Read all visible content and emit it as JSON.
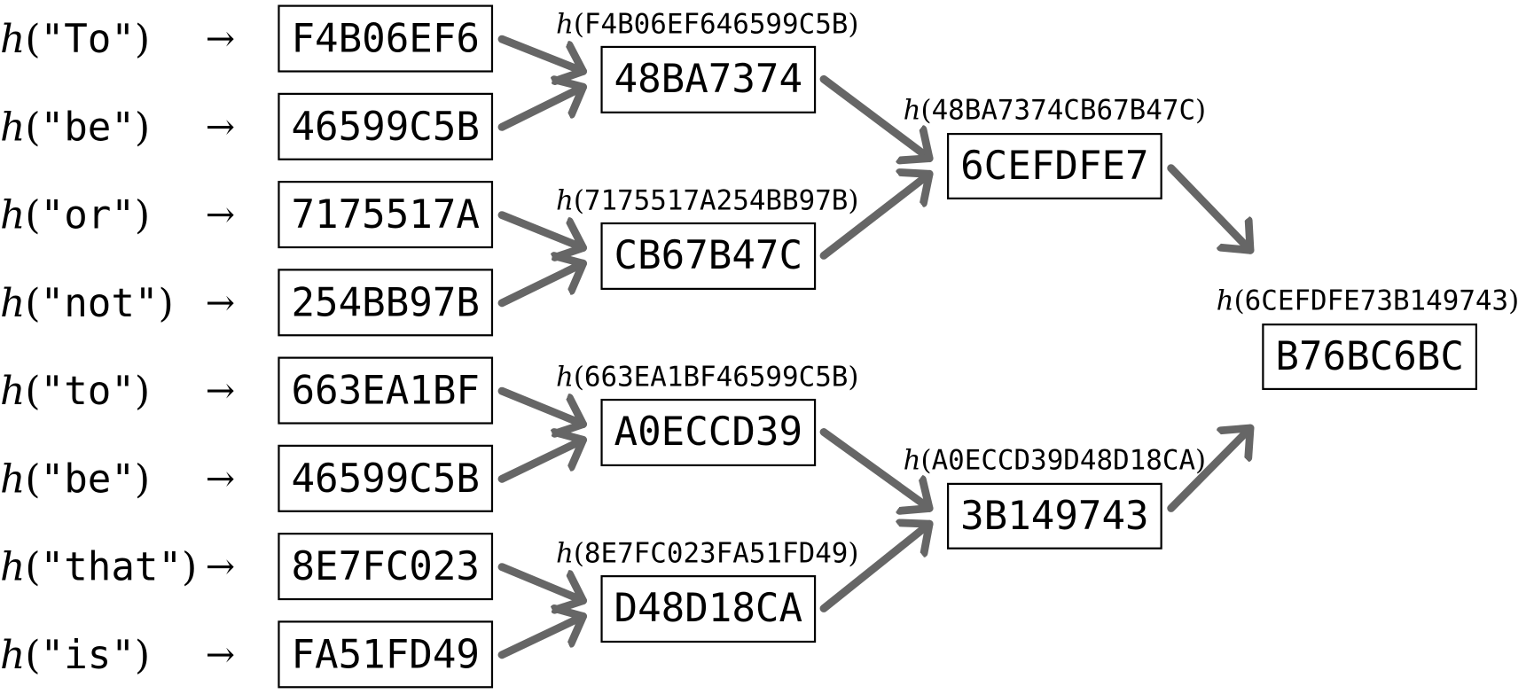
{
  "hash_fn": "h",
  "leaves": [
    {
      "word": "To",
      "hash": "F4B06EF6"
    },
    {
      "word": "be",
      "hash": "46599C5B"
    },
    {
      "word": "or",
      "hash": "7175517A"
    },
    {
      "word": "not",
      "hash": "254BB97B"
    },
    {
      "word": "to",
      "hash": "663EA1BF"
    },
    {
      "word": "be",
      "hash": "46599C5B"
    },
    {
      "word": "that",
      "hash": "8E7FC023"
    },
    {
      "word": "is",
      "hash": "FA51FD49"
    }
  ],
  "level1": [
    {
      "input": "F4B06EF646599C5B",
      "hash": "48BA7374"
    },
    {
      "input": "7175517A254BB97B",
      "hash": "CB67B47C"
    },
    {
      "input": "663EA1BF46599C5B",
      "hash": "A0ECCD39"
    },
    {
      "input": "8E7FC023FA51FD49",
      "hash": "D48D18CA"
    }
  ],
  "level2": [
    {
      "input": "48BA7374CB67B47C",
      "hash": "6CEFDFE7"
    },
    {
      "input": "A0ECCD39D48D18CA",
      "hash": "3B149743"
    }
  ],
  "root": {
    "input": "6CEFDFE73B149743",
    "hash": "B76BC6BC"
  },
  "arrow_symbol": "→",
  "colors": {
    "arrow": "#666666",
    "box_border": "#000000"
  }
}
